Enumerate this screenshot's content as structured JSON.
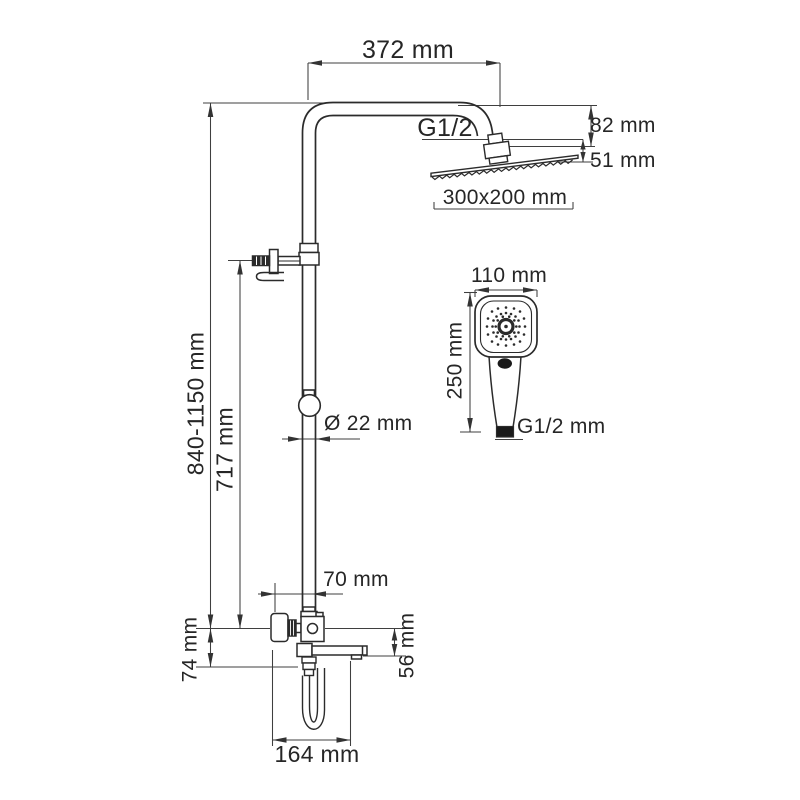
{
  "drawing": {
    "type": "technical-dimension-drawing",
    "subject": "thermostatic shower column with overhead shower, hand shower and spout",
    "background": "#ffffff",
    "line_color": "#2b2b2b",
    "dimension_line_color": "#3f3f3f",
    "dimensions": {
      "top_arm_width": "372 mm",
      "top_thread": "G1/2",
      "head_drop": "82 mm",
      "head_thickness": "51 mm",
      "head_size": "300x200 mm",
      "hand_shower_width": "110 mm",
      "hand_shower_length": "250 mm",
      "hand_shower_thread": "G1/2 mm",
      "pipe_diameter": "Ø 22 mm",
      "overall_height": "840-1150 mm",
      "column_height": "717 mm",
      "valve_offset": "70 mm",
      "valve_drop": "74 mm",
      "spout_drop": "56 mm",
      "spout_width": "164 mm"
    }
  }
}
